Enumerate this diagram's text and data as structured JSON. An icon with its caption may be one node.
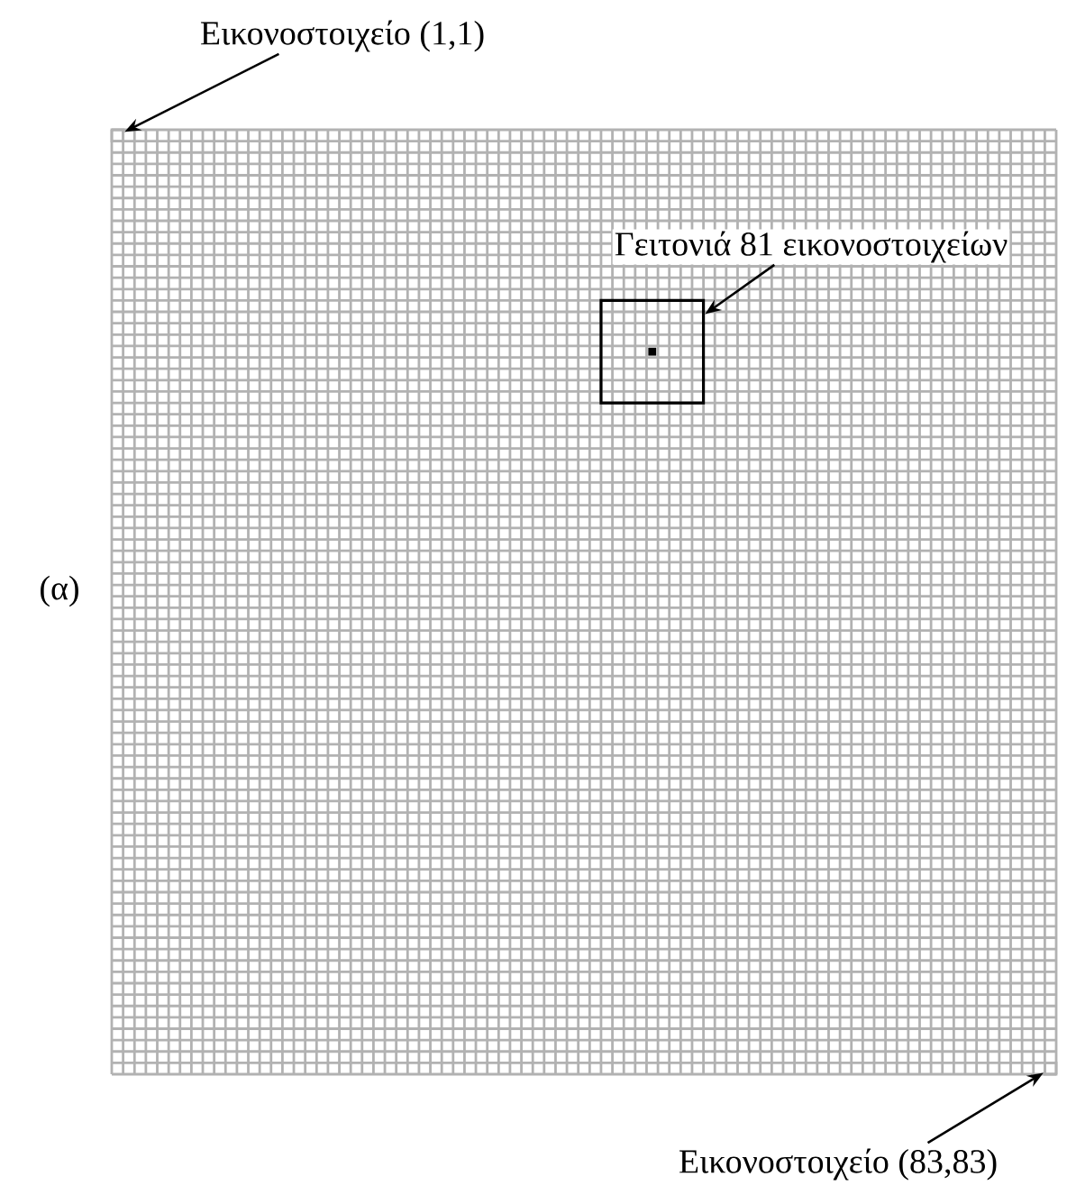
{
  "diagram": {
    "nodes": [
      {
        "text": [
          "Εικονοστοιχείο (1,1)"
        ]
      },
      {
        "text": [],
        "shape": "box"
      },
      {
        "text": [
          "Γειτονιά 81 εικονοστοιχείων"
        ]
      },
      {
        "text": [],
        "shape": "box"
      },
      {
        "text": [
          "Εικονοστοιχείο (83,83)"
        ]
      },
      {
        "text": [],
        "shape": "box"
      }
    ],
    "edges": [
      {
        "from": 0,
        "to": 1,
        "arrow": "to"
      },
      {
        "from": 2,
        "to": 3,
        "arrow": "to"
      },
      {
        "from": 4,
        "to": 5,
        "arrow": "to"
      }
    ],
    "labels": [
      "(α)"
    ]
  }
}
